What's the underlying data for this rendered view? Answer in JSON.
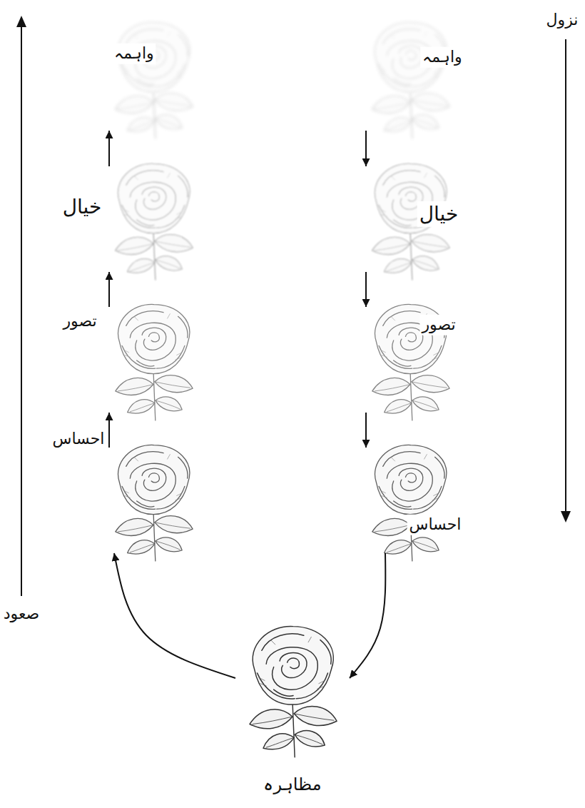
{
  "diagram": {
    "nodes": [
      {
        "text": [
          "واہمہ"
        ]
      },
      {
        "text": [
          "خیال"
        ]
      },
      {
        "text": [
          "تصور"
        ]
      },
      {
        "text": [
          "احساس"
        ]
      },
      {
        "text": [
          "مظاہرہ"
        ]
      },
      {
        "text": [
          "احساس"
        ]
      },
      {
        "text": [
          "تصور"
        ]
      },
      {
        "text": [
          "خیال"
        ]
      },
      {
        "text": [
          "واہمہ"
        ]
      }
    ],
    "edges": [
      {
        "from": 0,
        "to": 1,
        "arrow": "to"
      },
      {
        "from": 1,
        "to": 2,
        "arrow": "to"
      },
      {
        "from": 2,
        "to": 3,
        "arrow": "to"
      },
      {
        "from": 3,
        "to": 4,
        "arrow": "to"
      },
      {
        "from": 4,
        "to": 5,
        "arrow": "to"
      },
      {
        "from": 5,
        "to": 6,
        "arrow": "to"
      },
      {
        "from": 6,
        "to": 7,
        "arrow": "to"
      },
      {
        "from": 7,
        "to": 8,
        "arrow": "to"
      }
    ],
    "labels": [
      "نزول",
      "صعود"
    ]
  }
}
